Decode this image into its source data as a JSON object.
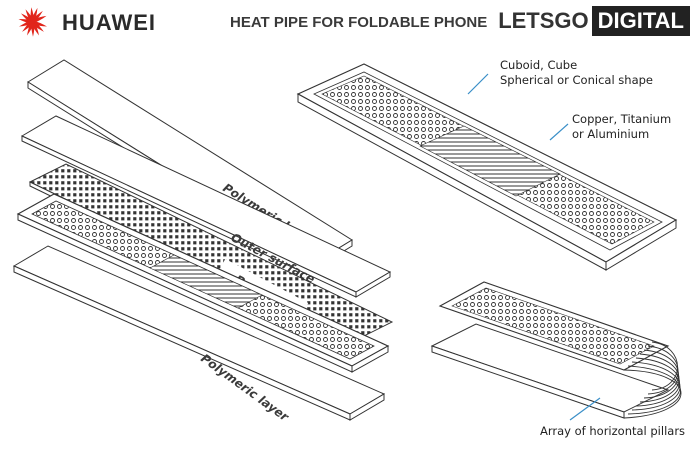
{
  "header": {
    "brand": "HUAWEI",
    "title": "HEAT PIPE FOR FOLDABLE PHONE",
    "site_left": "LETSGO",
    "site_right": "DIGITAL"
  },
  "labels": {
    "polymeric_top": "Polymeric layer",
    "outer_surface": "Outer surface",
    "porous_layer": "Porous layer",
    "polymeric_bottom": "Polymeric layer"
  },
  "callouts": {
    "shape_line1": "Cuboid, Cube",
    "shape_line2": "Spherical or Conical shape",
    "material_line1": "Copper, Titanium",
    "material_line2": "or Aluminium",
    "pillars": "Array of horizontal pillars"
  },
  "colors": {
    "brand_red": "#e1251b",
    "callout_line": "#3a8fc8",
    "ink": "#333333"
  },
  "icons": {
    "logo": "huawei-petal-logo-icon"
  }
}
